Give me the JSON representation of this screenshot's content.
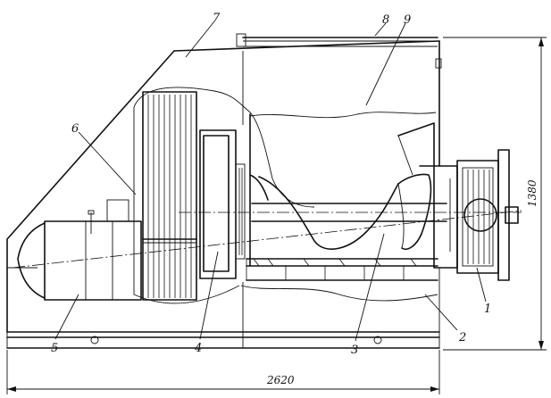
{
  "labels": {
    "l1": "1",
    "l2": "2",
    "l3": "3",
    "l4": "4",
    "l5": "5",
    "l6": "6",
    "l7": "7",
    "l8": "8",
    "l9": "9"
  },
  "dimensions": {
    "width": "2620",
    "height": "1380"
  }
}
